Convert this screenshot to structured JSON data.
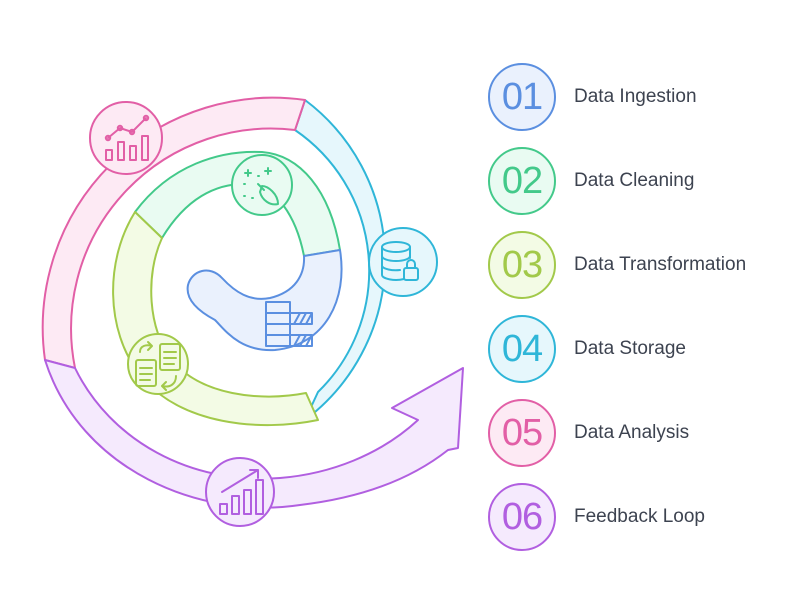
{
  "steps": [
    {
      "number": "01",
      "label": "Data Ingestion",
      "color": "#5b8fe0",
      "fill": "#eaf1fd"
    },
    {
      "number": "02",
      "label": "Data Cleaning",
      "color": "#43c98a",
      "fill": "#e9fbf2"
    },
    {
      "number": "03",
      "label": "Data Transformation",
      "color": "#a2c94a",
      "fill": "#f3fbe5"
    },
    {
      "number": "04",
      "label": "Data Storage",
      "color": "#2fb6d8",
      "fill": "#e6f7fc"
    },
    {
      "number": "05",
      "label": "Data Analysis",
      "color": "#e25fa6",
      "fill": "#fdeaf4"
    },
    {
      "number": "06",
      "label": "Feedback Loop",
      "color": "#b15fe0",
      "fill": "#f5eafd"
    }
  ],
  "icons": {
    "ingestion": "database-table-icon",
    "cleaning": "broom-sparkle-icon",
    "transformation": "document-swap-icon",
    "storage": "database-lock-icon",
    "analysis": "line-bar-chart-icon",
    "feedback": "growth-bar-chart-icon"
  }
}
